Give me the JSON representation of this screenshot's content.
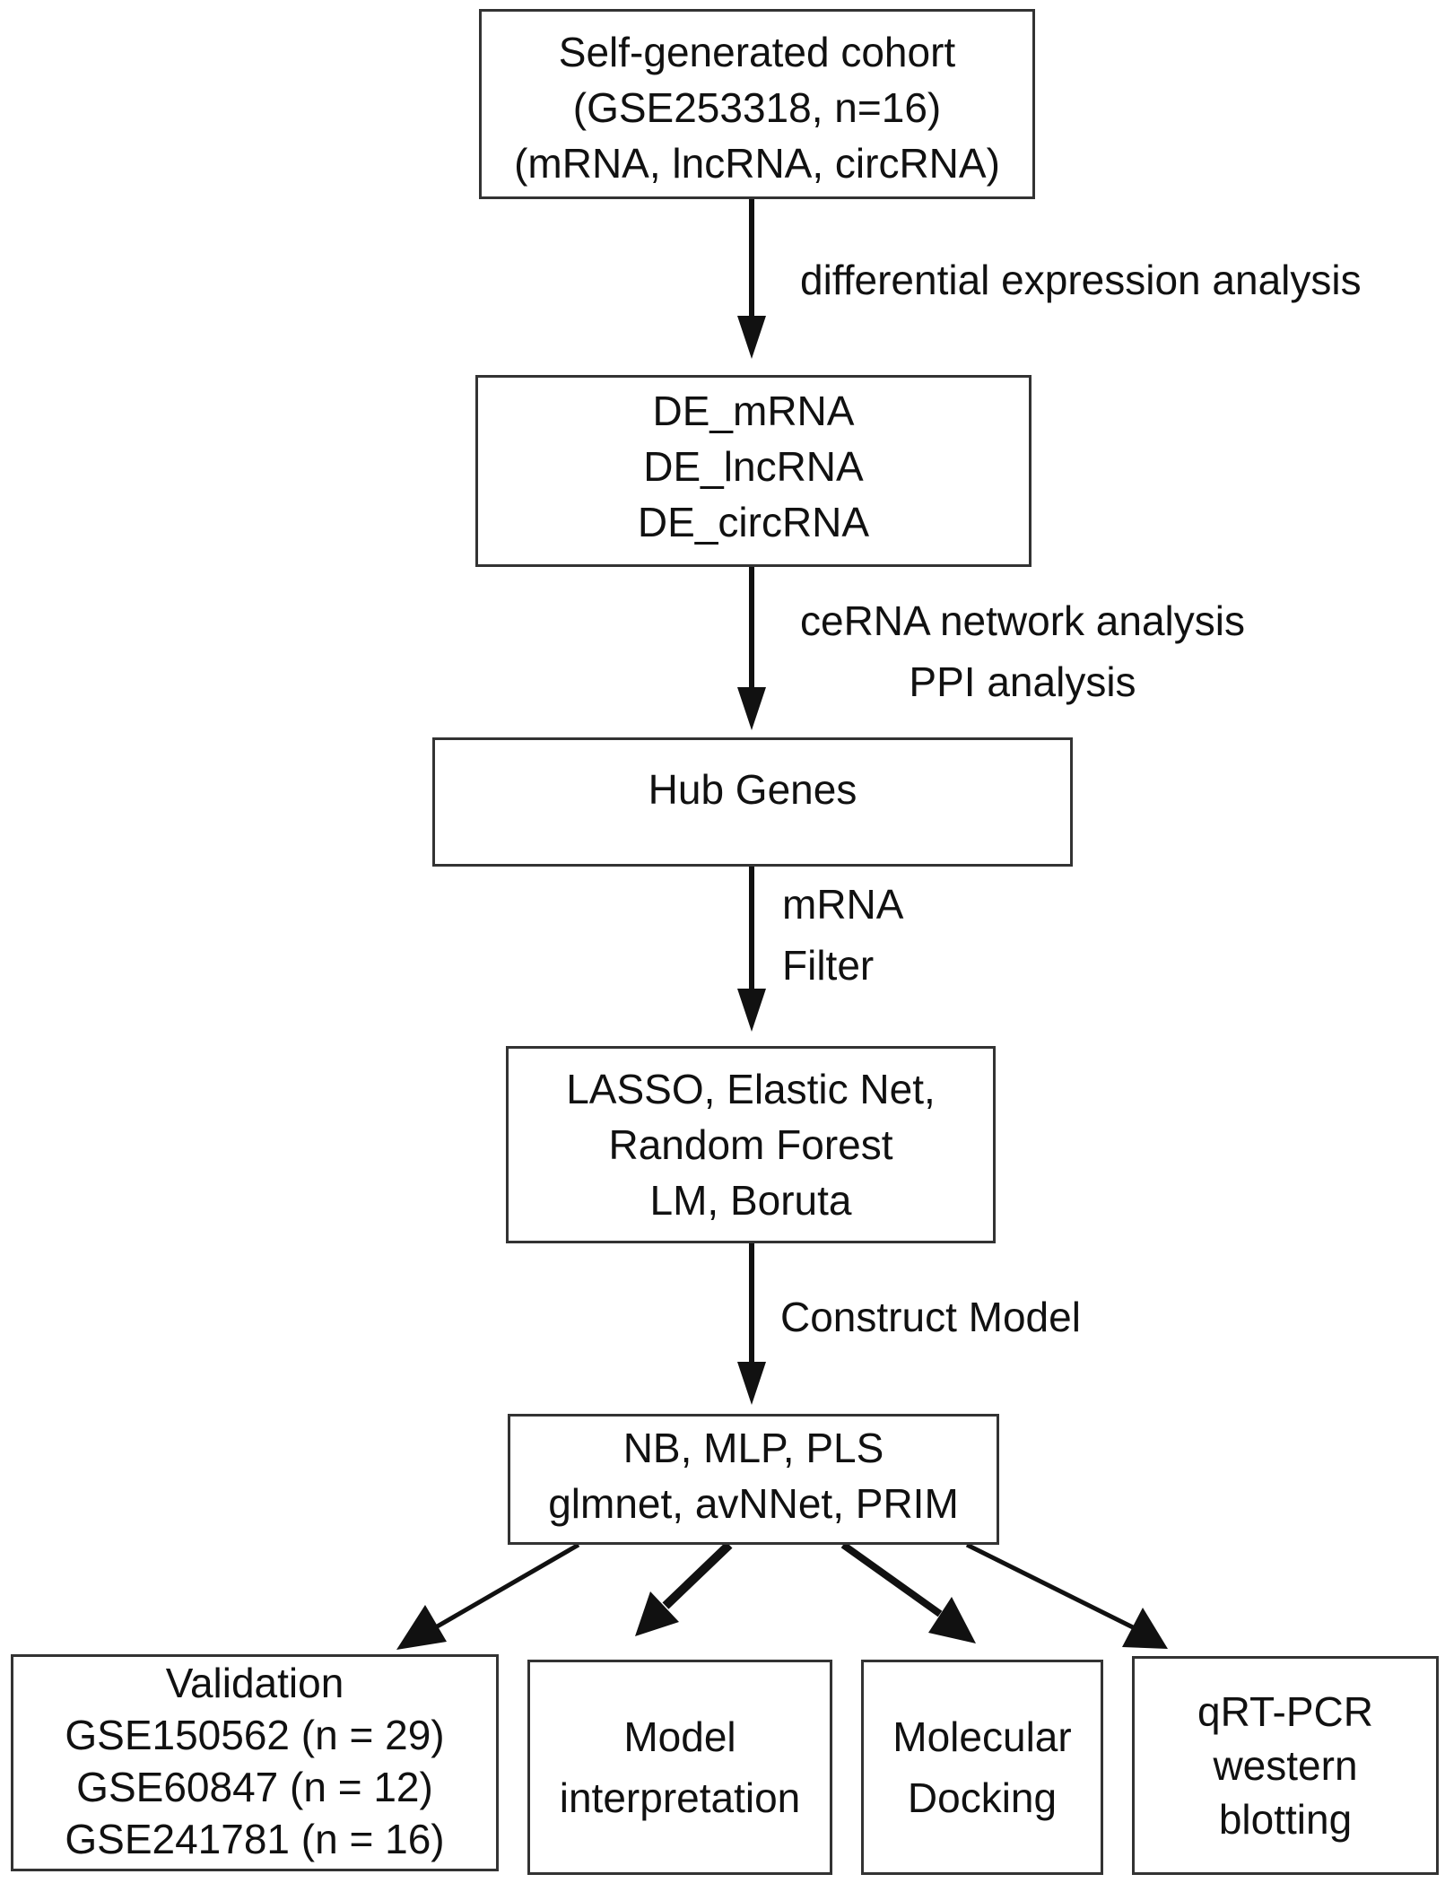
{
  "diagram": {
    "boxes": [
      {
        "id": "cohort",
        "lines": [
          "Self-generated cohort",
          "(GSE253318, n=16)",
          "(mRNA, lncRNA, circRNA)"
        ]
      },
      {
        "id": "de",
        "lines": [
          "DE_mRNA",
          "DE_lncRNA",
          "DE_circRNA"
        ]
      },
      {
        "id": "hub",
        "lines": [
          "Hub Genes"
        ]
      },
      {
        "id": "ml",
        "lines": [
          "LASSO, Elastic Net,",
          "Random Forest",
          "LM, Boruta"
        ]
      },
      {
        "id": "models",
        "lines": [
          "NB, MLP, PLS",
          "glmnet, avNNet, PRIM"
        ]
      },
      {
        "id": "validation",
        "lines": [
          "Validation",
          "GSE150562 (n = 29)",
          "GSE60847 (n = 12)",
          "GSE241781 (n = 16)"
        ]
      },
      {
        "id": "interpretation",
        "lines": [
          "Model",
          "interpretation"
        ]
      },
      {
        "id": "docking",
        "lines": [
          "Molecular",
          "Docking"
        ]
      },
      {
        "id": "qrtpcr",
        "lines": [
          "qRT-PCR",
          "western",
          "blotting"
        ]
      }
    ],
    "edge_labels": [
      {
        "id": "step1",
        "lines": [
          "differential expression analysis"
        ]
      },
      {
        "id": "step2",
        "lines": [
          "ceRNA network analysis",
          "PPI analysis"
        ]
      },
      {
        "id": "step3",
        "lines": [
          "mRNA",
          "Filter"
        ]
      },
      {
        "id": "step4",
        "lines": [
          "Construct Model"
        ]
      }
    ]
  },
  "colors": {
    "stroke": "#111111",
    "box_border": "#333333",
    "background": "#ffffff"
  }
}
